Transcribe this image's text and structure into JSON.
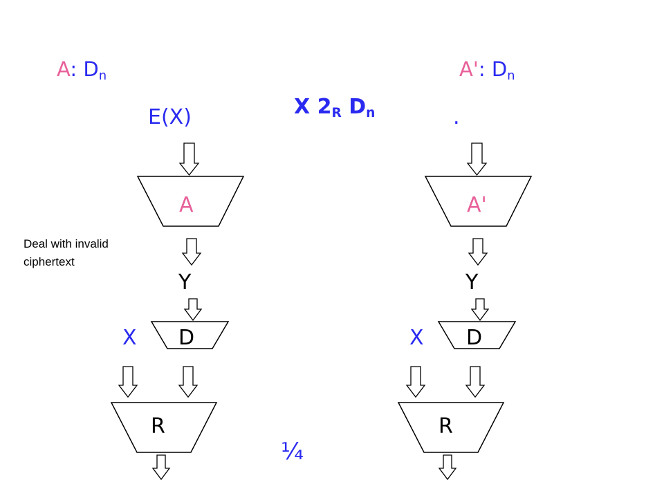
{
  "colors": {
    "pink": "#e8609a",
    "blue": "#2a2af0",
    "stroke": "#000000"
  },
  "left": {
    "header_name": "A",
    "header_sep": ": ",
    "header_D": "D",
    "header_sub": "n",
    "input_label": "E(X)",
    "adversary_label": "A",
    "y_label": "Y",
    "x_label": "X",
    "decryptor_label": "D",
    "result_label": "R"
  },
  "right": {
    "header_name": "A'",
    "header_sep": ": ",
    "header_D": "D",
    "header_sub": "n",
    "input_label": ".",
    "adversary_label": "A'",
    "y_label": "Y",
    "x_label": "X",
    "decryptor_label": "D",
    "result_label": "R"
  },
  "center": {
    "title_x": "X",
    "title_two": "2",
    "title_sub": "R",
    "title_D": "D",
    "title_D_sub": "n",
    "fraction": "¼"
  },
  "note": {
    "line1": "Deal with invalid",
    "line2": "ciphertext"
  }
}
